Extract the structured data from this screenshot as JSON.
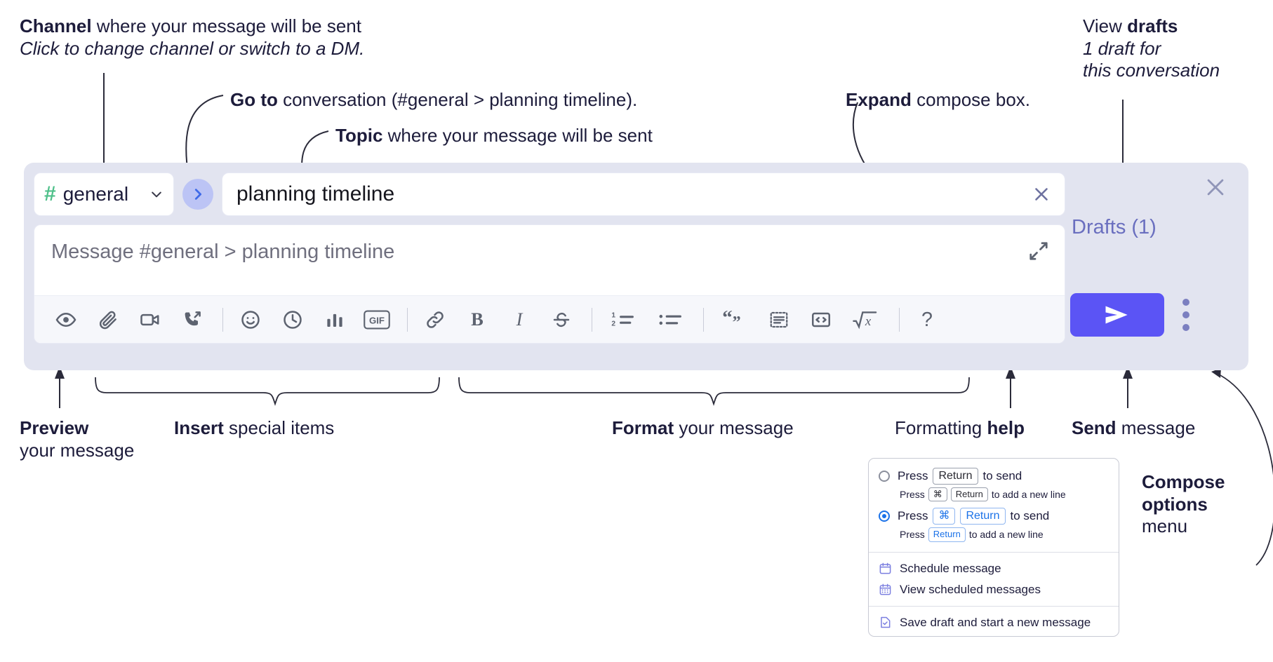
{
  "annotations": {
    "channel": {
      "line1_bold": "Channel",
      "line1_rest": " where your message will be sent",
      "line2_italic": "Click to change channel or switch to a DM."
    },
    "goto": {
      "bold": "Go to",
      "rest": " conversation (#general > planning timeline)."
    },
    "topic": {
      "bold": "Topic",
      "rest": " where your message will be sent"
    },
    "expand": {
      "bold": "Expand",
      "rest": " compose box."
    },
    "drafts": {
      "line1_plain": "View ",
      "line1_bold": "drafts",
      "line2_italic": "1 draft for",
      "line3_italic": "this conversation"
    },
    "preview": {
      "bold": "Preview",
      "rest": "your message"
    },
    "insert": {
      "bold": "Insert",
      "rest": " special items"
    },
    "format": {
      "bold": "Format",
      "rest": " your message"
    },
    "formatting_help": {
      "plain": "Formatting ",
      "bold": "help"
    },
    "send": {
      "bold": "Send",
      "rest": " message"
    },
    "compose_options": {
      "line1_bold": "Compose",
      "line2_bold": "options",
      "line3_plain": "menu"
    }
  },
  "compose": {
    "channel": {
      "hash": "#",
      "name": "general",
      "chevron_icon": "chevron-down-icon"
    },
    "goto_button": {
      "icon": "chevron-right-icon"
    },
    "topic": {
      "value": "planning timeline",
      "clear_icon": "close-icon"
    },
    "message": {
      "placeholder": "Message #general > planning timeline",
      "value": ""
    },
    "expand_icon": "expand-diagonal-icon",
    "close_icon": "close-icon",
    "drafts_label": "Drafts (1)",
    "send_icon": "send-paper-plane-icon",
    "kebab_icon": "more-vertical-icon",
    "toolbar": [
      {
        "name": "preview-button",
        "icon": "eye-icon"
      },
      {
        "name": "attach-button",
        "icon": "paperclip-icon"
      },
      {
        "name": "video-clip-button",
        "icon": "video-camera-icon"
      },
      {
        "name": "audio-clip-button",
        "icon": "phone-forward-icon"
      },
      {
        "name": "separator-1",
        "icon": "divider"
      },
      {
        "name": "emoji-button",
        "icon": "smiley-icon"
      },
      {
        "name": "schedule-button",
        "icon": "clock-icon"
      },
      {
        "name": "poll-button",
        "icon": "bar-chart-icon"
      },
      {
        "name": "gif-button",
        "icon": "gif-icon",
        "label": "GIF"
      },
      {
        "name": "separator-2",
        "icon": "divider"
      },
      {
        "name": "link-button",
        "icon": "link-icon"
      },
      {
        "name": "bold-button",
        "icon": "bold-icon",
        "label": "B"
      },
      {
        "name": "italic-button",
        "icon": "italic-icon",
        "label": "I"
      },
      {
        "name": "strikethrough-button",
        "icon": "strikethrough-icon"
      },
      {
        "name": "separator-3",
        "icon": "divider"
      },
      {
        "name": "ordered-list-button",
        "icon": "ordered-list-icon"
      },
      {
        "name": "bullet-list-button",
        "icon": "bullet-list-icon"
      },
      {
        "name": "separator-4",
        "icon": "divider"
      },
      {
        "name": "blockquote-button",
        "icon": "quote-icon"
      },
      {
        "name": "code-block-button",
        "icon": "code-block-icon"
      },
      {
        "name": "inline-code-button",
        "icon": "code-angle-icon"
      },
      {
        "name": "math-button",
        "icon": "square-root-icon"
      },
      {
        "name": "separator-5",
        "icon": "divider"
      },
      {
        "name": "help-button",
        "icon": "question-mark-icon",
        "label": "?"
      }
    ]
  },
  "options_menu": {
    "option_1": {
      "selected": false,
      "press": "Press",
      "key": "Return",
      "suffix": "to send",
      "sub_press": "Press",
      "sub_key_1": "⌘",
      "sub_key_2": "Return",
      "sub_suffix": "to add a new line"
    },
    "option_2": {
      "selected": true,
      "press": "Press",
      "key_1": "⌘",
      "key_2": "Return",
      "suffix": "to send",
      "sub_press": "Press",
      "sub_key": "Return",
      "sub_suffix": "to add a new line"
    },
    "items": [
      {
        "label": "Schedule message",
        "icon": "calendar-icon"
      },
      {
        "label": "View scheduled messages",
        "icon": "calendar-grid-icon"
      },
      {
        "label": "Save draft and start a new message",
        "icon": "file-check-icon"
      }
    ]
  },
  "colors": {
    "panel_bg": "#e2e4f0",
    "send_button": "#5b54f5",
    "hash_green": "#4fc08a",
    "goto_bg": "#bcc4f5",
    "drafts_text": "#6a6fbf",
    "accent_blue": "#1b72e8",
    "menu_icon_purple": "#7b7fe0"
  }
}
